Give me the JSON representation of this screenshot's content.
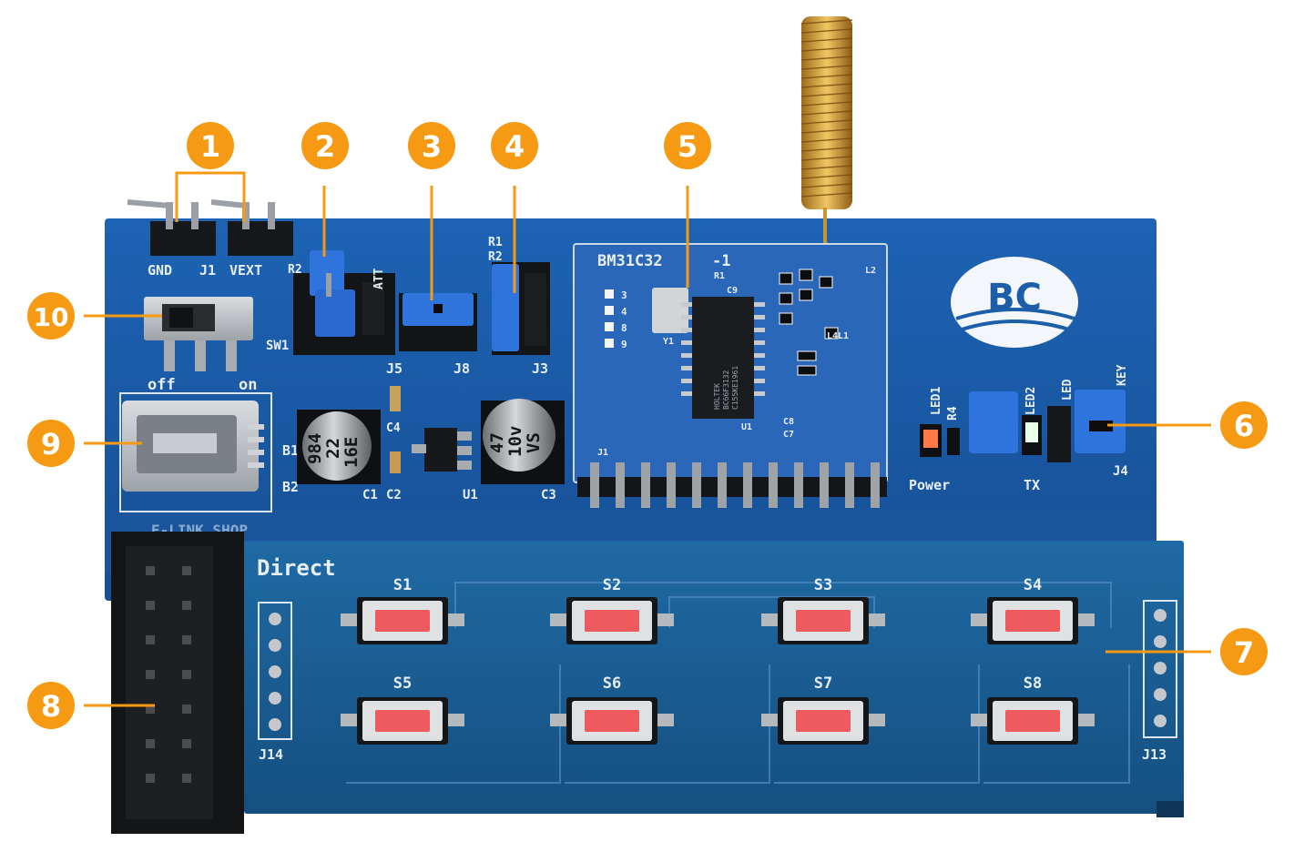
{
  "callouts": [
    "1",
    "2",
    "3",
    "4",
    "5",
    "6",
    "7",
    "8",
    "9",
    "10"
  ],
  "silkscreen": {
    "gnd": "GND",
    "j1": "J1",
    "vext": "VEXT",
    "r2_left": "R2",
    "batt": "ATT",
    "j5": "J5",
    "j8": "J8",
    "j3": "J3",
    "r1": "R1",
    "r2": "R2",
    "sw1": "SW1",
    "off": "off",
    "on": "on",
    "b1": "B1",
    "b2": "B2",
    "c1": "C1",
    "c2": "C2",
    "c3": "C3",
    "c4": "C4",
    "u1": "U1",
    "cap1": [
      "984",
      "22",
      "16E"
    ],
    "cap2": [
      "47",
      "10v",
      "VS"
    ],
    "eshop": "E-LINK SHOP",
    "module_name": "BM31C32",
    "module_suffix": "-1",
    "module_pins": [
      "3",
      "4",
      "8",
      "9"
    ],
    "module_y1": "Y1",
    "module_r1": "R1",
    "module_c9": "C9",
    "module_j1": "J1",
    "module_u1": "U1",
    "module_c8": "C8",
    "module_c7": "C7",
    "module_l4l1": "L4L1",
    "module_l2": "L2",
    "chip_text": [
      "HOLTEK",
      "BC66F3132",
      "C155KE1961"
    ],
    "logo": "BC",
    "led1": "LED1",
    "r4": "R4",
    "led2": "LED2",
    "led": "LED",
    "key": "KEY",
    "j4": "J4",
    "power": "Power",
    "tx": "TX",
    "direct": "Direct",
    "switches": [
      "S1",
      "S2",
      "S3",
      "S4",
      "S5",
      "S6",
      "S7",
      "S8"
    ],
    "j14": "J14",
    "j13": "J13"
  },
  "colors": {
    "pcb": "#1c59a6",
    "board": "#1f5e9c",
    "callout": "#f59a12",
    "jumper": "#2e6fd9",
    "button": "#ee5a5e"
  }
}
